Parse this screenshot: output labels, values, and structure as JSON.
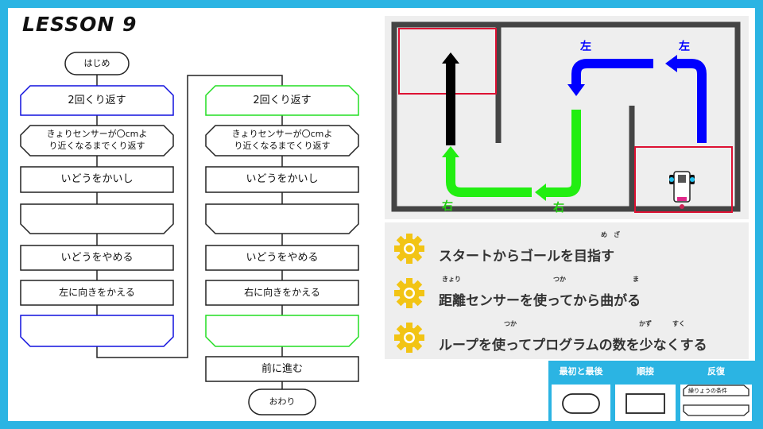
{
  "title": "LESSON 9",
  "flowchart": {
    "start": "はじめ",
    "end": "おわり",
    "left": {
      "loop_start": "2回くり返す",
      "sensor_line1": "きょりセンサーが〇cmよ",
      "sensor_line2": "り近くなるまでくり返す",
      "move": "いどうをかいし",
      "stop": "いどうをやめる",
      "turn": "左に向きをかえる"
    },
    "right": {
      "loop_start": "2回くり返す",
      "sensor_line1": "きょりセンサーが〇cmよ",
      "sensor_line2": "り近くなるまでくり返す",
      "move": "いどうをかいし",
      "stop": "いどうをやめる",
      "turn": "右に向きをかえる",
      "forward": "前に進む"
    }
  },
  "maze": {
    "labels": [
      "左",
      "左",
      "右",
      "右"
    ],
    "colors": {
      "blue": "#0000ff",
      "green": "#22ee11",
      "black": "#000000",
      "red": "#dd1133",
      "wall": "#444444"
    }
  },
  "goals": [
    {
      "text": "スタートからゴールを目指す",
      "ruby": "め　ざ"
    },
    {
      "text": "距離センサーを使ってから曲がる",
      "ruby_1": "きょり",
      "ruby_2": "つか",
      "ruby_3": "ま"
    },
    {
      "text": "ループを使ってプログラムの数を少なくする",
      "ruby_1": "つか",
      "ruby_2": "かず",
      "ruby_3": "すく"
    }
  ],
  "legend": {
    "first_last": "最初と最後",
    "sequence": "順接",
    "repeat": "反復",
    "repeat_condition": "繰りょうの条件"
  }
}
